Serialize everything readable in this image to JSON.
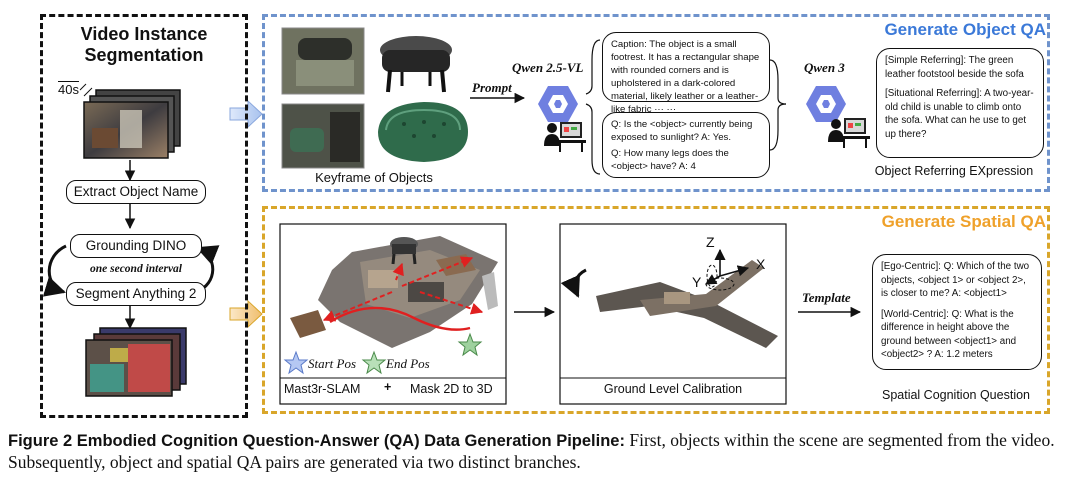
{
  "left_panel": {
    "title_line1": "Video Instance",
    "title_line2": "Segmentation",
    "duration": "40s",
    "steps": [
      "Extract Object Name",
      "Grounding DINO",
      "Segment Anything 2"
    ],
    "interval_label": "one second interval"
  },
  "object_branch": {
    "title": "Generate Object QA",
    "keyframe_label": "Keyframe of Objects",
    "prompt_label": "Prompt",
    "model_1": "Qwen 2.5-VL",
    "model_2": "Qwen 3",
    "caption_text": "Caption: The object is a small footrest. It has a rectangular shape with rounded corners and is upholstered in a dark-colored material, likely leather or a leather-like fabric",
    "caption_ellipsis": "··· ···",
    "qa_1": "Q: Is the <object> currently being exposed to sunlight? A: Yes.",
    "qa_2": "Q: How many legs does the <object> have? A: 4",
    "ref_simple": "[Simple Referring]: The green leather footstool beside the sofa",
    "ref_situational": "[Situational Referring]: A two-year-old child is unable to climb onto the sofa. What can he use to get up there?",
    "ref_label": "Object Referring EXpression"
  },
  "spatial_branch": {
    "title": "Generate Spatial QA",
    "start_label": "Start Pos",
    "end_label": "End Pos",
    "slam_label": "Mast3r-SLAM",
    "plus": "+",
    "mask_label": "Mask 2D to 3D",
    "calib_label": "Ground Level Calibration",
    "axis_z": "Z",
    "axis_x": "X",
    "axis_y": "Y",
    "template_label": "Template",
    "ego_q": "[Ego-Centric]: Q: Which of the two objects, <object 1> or <object 2>, is closer to me? A: <object1>",
    "world_q": "[World-Centric]: Q: What is the difference in height above the ground between <object1> and <object2> ? A: 1.2 meters",
    "spatial_label": "Spatial Cognition Question"
  },
  "figure_caption": {
    "lead": "Figure 2  Embodied Cognition Question-Answer (QA) Data Generation Pipeline:",
    "body": " First, objects within the scene are segmented from the video. Subsequently, object and spatial QA pairs are generated via two distinct branches."
  },
  "colors": {
    "object_branch": "#3b79d8",
    "spatial_branch": "#efa12a",
    "object_border": "#6f93cc",
    "spatial_border": "#d9a62a",
    "qwen_icon": "#6f7fe0"
  }
}
